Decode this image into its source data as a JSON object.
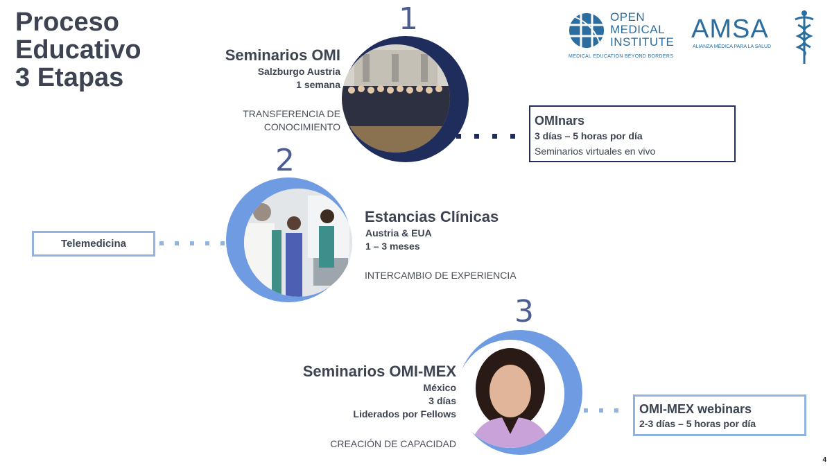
{
  "header": {
    "title_line1": "Proceso",
    "title_line2": "Educativo",
    "title_line3": "3 Etapas"
  },
  "logos": {
    "omi": {
      "line1": "OPEN",
      "line2": "MEDICAL",
      "line3": "INSTITUTE",
      "tagline": "MEDICAL EDUCATION BEYOND BORDERS",
      "color": "#2b6d9e"
    },
    "amsa": {
      "name": "AMSA",
      "tagline": "ALIANZA MÉDICA PARA LA SALUD",
      "color": "#2b6d9e"
    }
  },
  "stages": [
    {
      "number": "1",
      "title": "Seminarios OMI",
      "details": [
        "Salzburgo Austria",
        "1 semana"
      ],
      "caption_line1": "TRANSFERENCIA DE",
      "caption_line2": "CONOCIMIENTO",
      "ring_color": "#1f2d5c"
    },
    {
      "number": "2",
      "title": "Estancias Clínicas",
      "details": [
        "Austria & EUA",
        "1 – 3 meses"
      ],
      "caption": "INTERCAMBIO DE EXPERIENCIA",
      "ring_color": "#6f9be3"
    },
    {
      "number": "3",
      "title": "Seminarios OMI-MEX",
      "details": [
        "México",
        "3 días",
        "Liderados por Fellows"
      ],
      "caption": "CREACIÓN DE CAPACIDAD",
      "ring_color": "#6f9be3"
    }
  ],
  "boxes": {
    "ominars": {
      "title": "OMInars",
      "line": "3 días – 5 horas por día",
      "note": "Seminarios virtuales en vivo",
      "border_color": "#1f2d5c"
    },
    "telemedicina": {
      "title": "Telemedicina",
      "border_color": "#8fb4e0"
    },
    "webinars": {
      "title": "OMI-MEX webinars",
      "line": "2-3 días – 5 horas por día",
      "border_color": "#8fb4e0"
    }
  },
  "page_number": "4"
}
